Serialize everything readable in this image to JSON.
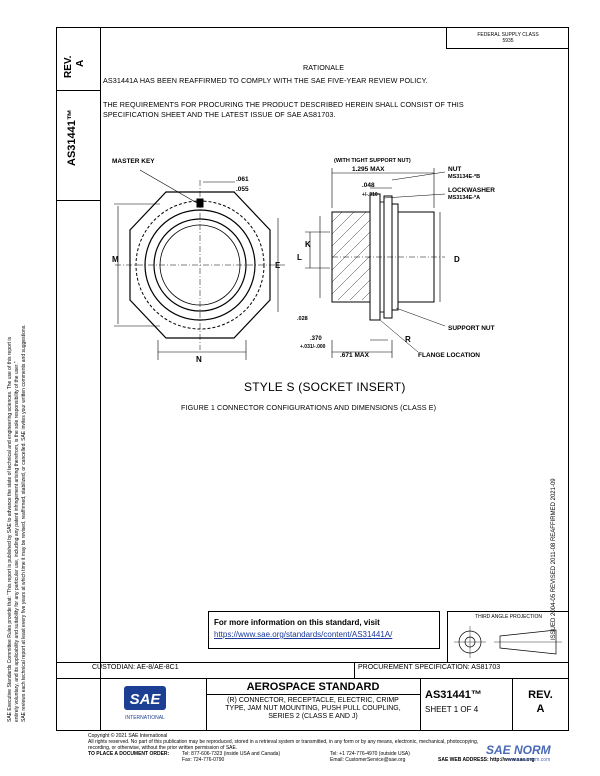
{
  "page": {
    "background": "#ffffff",
    "ink": "#000000",
    "link_color": "#1a3a9c",
    "logo_color": "#1c3f94",
    "watermark_color": "#2a4fa8"
  },
  "left_strip": {
    "line1": "SAE Executive Standards Committee Rules provide that: \"This report is published by SAE to advance the state of technical and engineering sciences. The use of this report is",
    "line2": "entirely voluntary, and its applicability and suitability for any particular use, including any patent infringement arising therefrom, is the sole responsibility of the user.\"",
    "line3": "SAE reviews each technical report at least every five years at which time it may be revised, reaffirmed, stabilized, or cancelled. SAE invites your written comments and suggestions."
  },
  "rev_box": {
    "label": "REV.",
    "value": "A"
  },
  "doc_number_vertical": "AS31441™",
  "header_stamp": {
    "line1": "FEDERAL SUPPLY CLASS",
    "line2": "5935"
  },
  "rationale": {
    "heading": "RATIONALE",
    "text": "AS31441A HAS BEEN REAFFIRMED TO COMPLY WITH THE SAE FIVE-YEAR REVIEW POLICY.",
    "requirements_1": "THE REQUIREMENTS FOR PROCURING THE PRODUCT DESCRIBED HEREIN SHALL CONSIST OF THIS",
    "requirements_2": "SPECIFICATION SHEET AND THE LATEST ISSUE OF SAE AS81703."
  },
  "drawing": {
    "master_key": "MASTER KEY",
    "dim_061": ".061",
    "dim_055": ".055",
    "dim_M": "M",
    "dim_E": "E",
    "dim_N": "N",
    "tight_support_nut": "(WITH TIGHT SUPPORT NUT)",
    "dim_1295": "1.295 MAX",
    "dim_048": ".048",
    "dim_048_tol": "+/-.010",
    "dim_K": "K",
    "dim_L": "L",
    "dim_D": "D",
    "dim_028": ".028",
    "dim_370": ".370",
    "dim_370_tol": "+.031/-.000",
    "dim_671": ".671 MAX",
    "dim_R": "R",
    "nut_1": "NUT",
    "nut_2": "MS3134E-*B",
    "lockwasher_1": "LOCKWASHER",
    "lockwasher_2": "MS3134E-*A",
    "support_nut": "SUPPORT NUT",
    "flange_location": "FLANGE LOCATION"
  },
  "style_title": "STYLE S (SOCKET INSERT)",
  "figure_caption": "FIGURE 1   CONNECTOR CONFIGURATIONS AND DIMENSIONS (CLASS E)",
  "right_vertical": "ISSUED 2004-05    REVISED 2011-08    REAFFIRMED 2021-09",
  "info_box": {
    "line1": "For more information on this standard, visit",
    "link": "https://www.sae.org/standards/content/AS31441A/"
  },
  "projection": {
    "label": "THIRD ANGLE PROJECTION"
  },
  "custodian": "CUSTODIAN: AE-8/AE-8C1",
  "procurement": "PROCUREMENT SPECIFICATION: AS81703",
  "title_block": {
    "logo": "SAE",
    "logo_sub": "INTERNATIONAL",
    "heading": "AEROSPACE STANDARD",
    "desc1": "(R) CONNECTOR, RECEPTACLE, ELECTRIC, CRIMP",
    "desc2": "TYPE, JAM NUT MOUNTING, PUSH PULL COUPLING,",
    "desc3": "SERIES 2 (CLASS E AND J)",
    "doc_number": "AS31441™",
    "sheet": "SHEET 1 OF 4",
    "rev_label": "REV.",
    "rev_value": "A"
  },
  "footer": {
    "copyright": "Copyright © 2021 SAE International",
    "rights_1": "All rights reserved. No part of this publication may be reproduced, stored in a retrieval system or transmitted, in any form or by any means, electronic, mechanical, photocopying,",
    "rights_2": "recording, or otherwise, without the prior written permission of SAE.",
    "order_label": "TO PLACE A DOCUMENT ORDER:",
    "tel1": "Tel:  877-606-7323 (inside USA and Canada)",
    "tel2": "Tel:  +1 724-776-4970 (outside USA)",
    "fax": "Fax:  724-776-0790",
    "email": "Email:  CustomerService@sae.org",
    "web": "SAE WEB ADDRESS:  http://www.sae.org"
  },
  "watermark": {
    "text": "SAE NORM",
    "sub": "www.saenorm.com"
  }
}
